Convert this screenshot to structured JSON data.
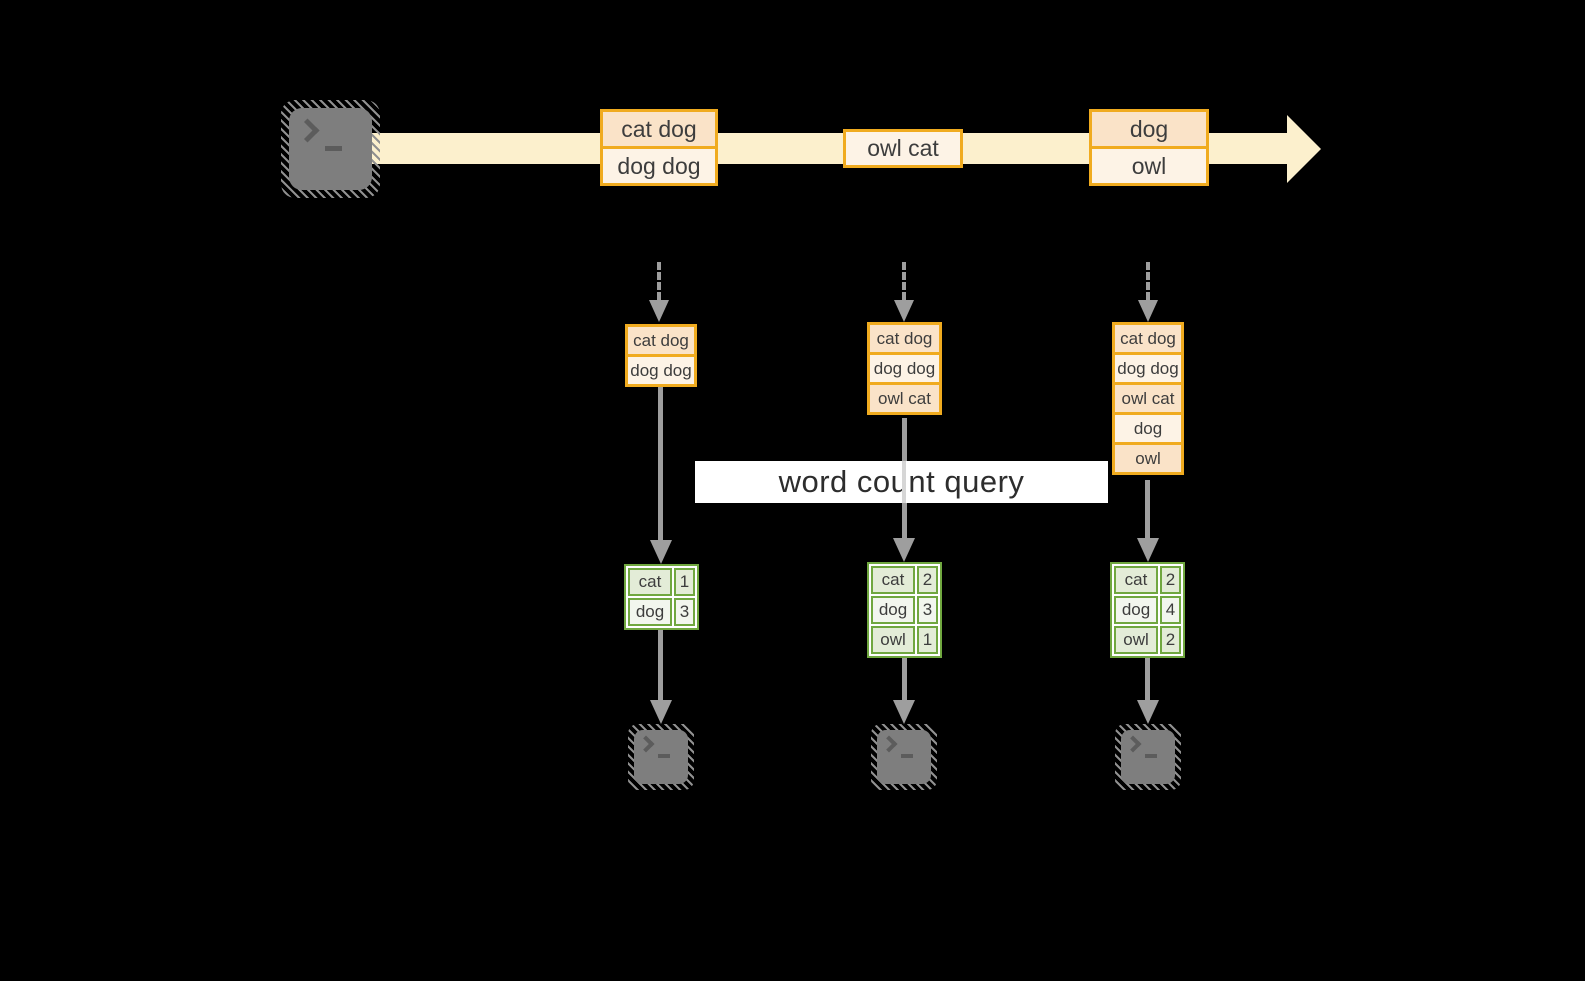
{
  "colors": {
    "bg": "#000000",
    "cream": "#fcf0cd",
    "amber": "#f0ab1f",
    "peach_dark": "#fae3c8",
    "peach_light": "#fdf3e6",
    "green": "#70a73f",
    "green_dark": "#e3ecd7",
    "green_light": "#f2f6ee",
    "gray": "#9e9e9e",
    "term_gray": "#7e7e7e",
    "glyph_gray": "#5c5c5c",
    "ink": "#3d3d3d"
  },
  "icons": {
    "source": "terminal-icon",
    "outputs": "terminal-icon"
  },
  "stream": {
    "groups": [
      {
        "records": [
          {
            "text": "cat dog",
            "tone": "dark"
          },
          {
            "text": "dog dog",
            "tone": "light"
          }
        ]
      },
      {
        "records": [
          {
            "text": "owl cat",
            "tone": "light"
          }
        ]
      },
      {
        "records": [
          {
            "text": "dog",
            "tone": "dark"
          },
          {
            "text": "owl",
            "tone": "light"
          }
        ]
      }
    ]
  },
  "query": {
    "label": "word count query"
  },
  "columns": [
    {
      "buffer": [
        {
          "text": "cat dog",
          "tone": "dark"
        },
        {
          "text": "dog dog",
          "tone": "light"
        }
      ],
      "counts": [
        {
          "word": "cat",
          "count": 1,
          "tone": "dark"
        },
        {
          "word": "dog",
          "count": 3,
          "tone": "light"
        }
      ]
    },
    {
      "buffer": [
        {
          "text": "cat dog",
          "tone": "dark"
        },
        {
          "text": "dog dog",
          "tone": "light"
        },
        {
          "text": "owl cat",
          "tone": "dark"
        }
      ],
      "counts": [
        {
          "word": "cat",
          "count": 2,
          "tone": "dark"
        },
        {
          "word": "dog",
          "count": 3,
          "tone": "light"
        },
        {
          "word": "owl",
          "count": 1,
          "tone": "dark"
        }
      ]
    },
    {
      "buffer": [
        {
          "text": "cat dog",
          "tone": "dark"
        },
        {
          "text": "dog dog",
          "tone": "light"
        },
        {
          "text": "owl cat",
          "tone": "dark"
        },
        {
          "text": "dog",
          "tone": "light"
        },
        {
          "text": "owl",
          "tone": "dark"
        }
      ],
      "counts": [
        {
          "word": "cat",
          "count": 2,
          "tone": "dark"
        },
        {
          "word": "dog",
          "count": 4,
          "tone": "light"
        },
        {
          "word": "owl",
          "count": 2,
          "tone": "dark"
        }
      ]
    }
  ]
}
